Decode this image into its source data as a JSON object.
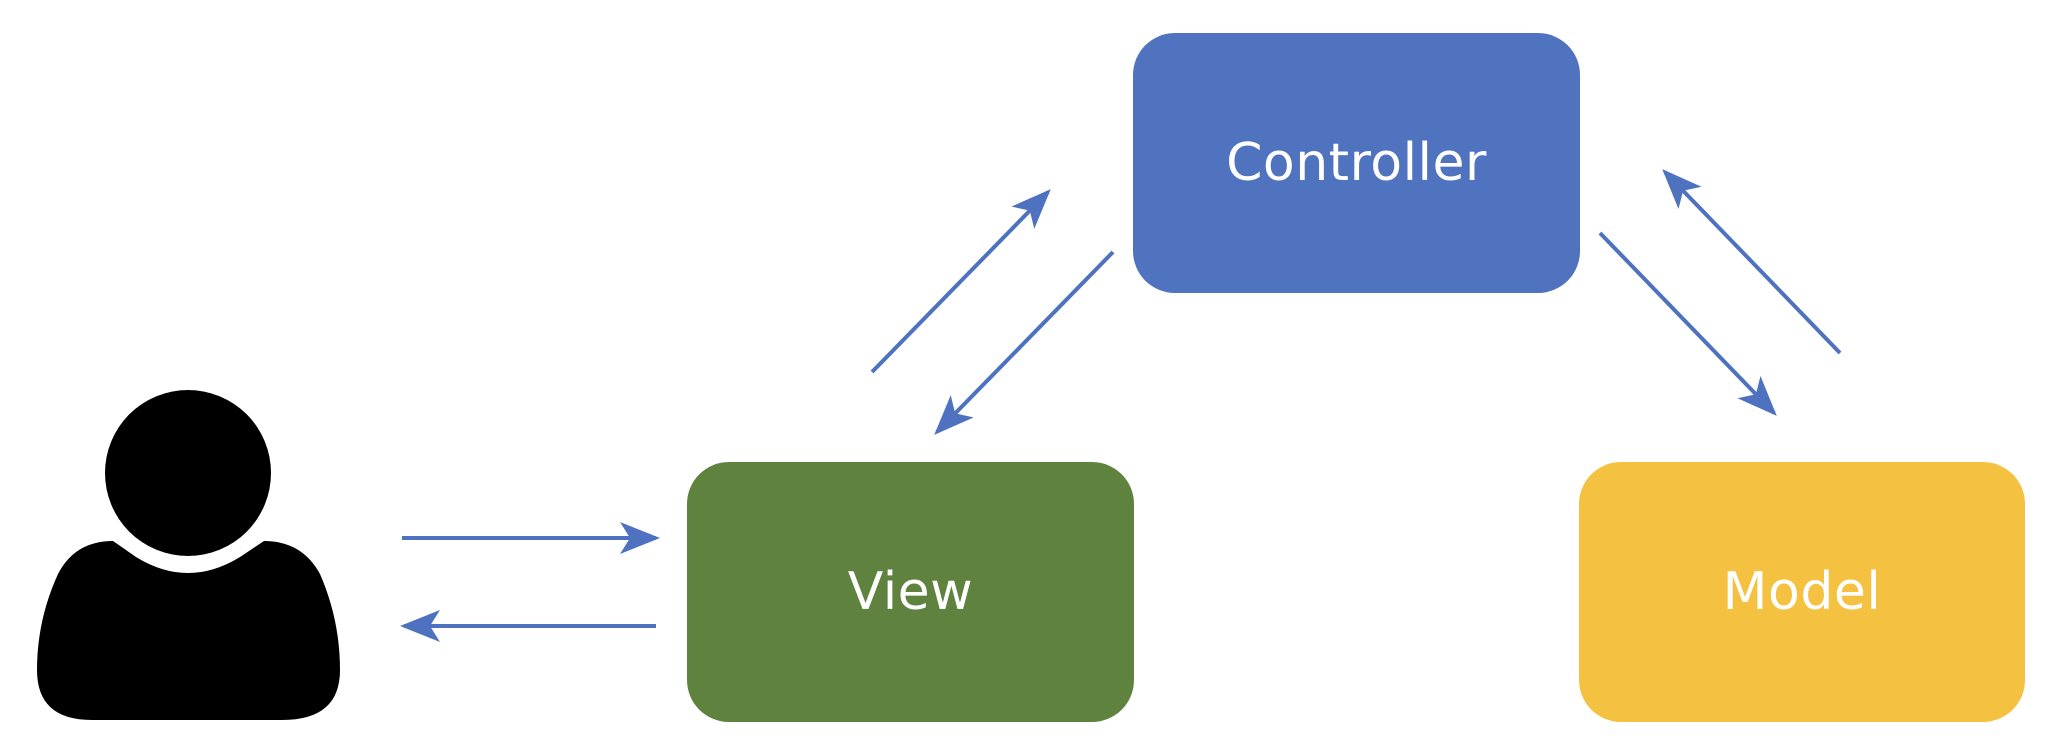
{
  "colors": {
    "controller": "#5073BF",
    "view": "#5F823E",
    "model": "#F4C141",
    "arrow": "#4E72C0",
    "user": "#000000"
  },
  "nodes": {
    "controller": {
      "label": "Controller"
    },
    "view": {
      "label": "View"
    },
    "model": {
      "label": "Model"
    },
    "user": {
      "icon": "user-icon"
    }
  },
  "edges": [
    {
      "from": "user",
      "to": "view"
    },
    {
      "from": "view",
      "to": "user"
    },
    {
      "from": "view",
      "to": "controller"
    },
    {
      "from": "controller",
      "to": "view"
    },
    {
      "from": "controller",
      "to": "model"
    },
    {
      "from": "model",
      "to": "controller"
    }
  ]
}
